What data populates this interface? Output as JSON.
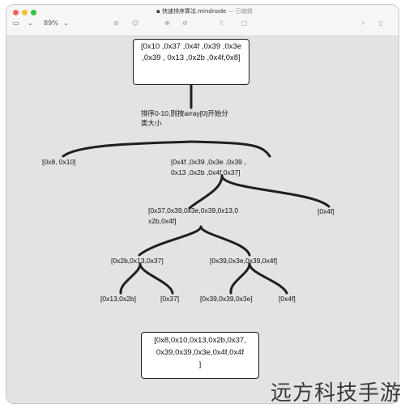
{
  "window": {
    "title": "快速排序算法.mindnode",
    "status": "— 已编辑",
    "zoom": "89%"
  },
  "toolbar": {
    "icons": [
      "sidebar-toggle-icon",
      "chevron-down-icon",
      "check-circle-icon",
      "emoji-icon",
      "add-node-icon",
      "delete-icon",
      "share-icon",
      "bookmark-icon",
      "inspector-icon"
    ]
  },
  "mindmap": {
    "root": "[0x10 ,0x37  ,0x4f  ,0x39 ,0x3e  ,0x39 , 0x13  ,0x2b ,0x4f,0x8]",
    "rule_line1": "排序0-10,则按array[0]开始分",
    "rule_line2": "类大小",
    "left_group": "[0x8,  0x10]",
    "mid_group_line1": "[0x4f  ,0x39  ,0x3e  ,0x39 ,",
    "mid_group_line2": "0x13  ,0x2b ,0x4f,0x37]",
    "level3_group_line1": "[0x37,0x39,0x3e,0x39,0x13,0",
    "level3_group_line2": "x2b,0x4f]",
    "level3_right": "[0x4f]",
    "left_sub": "[0x2b,0x13,0x37]",
    "right_sub": "[0x39,0x3e,0x39,0x4f]",
    "leaf_1": "[0x13,0x2b]",
    "leaf_2": "[0x37]",
    "leaf_3": "[0x39,0x39,0x3e]",
    "leaf_4": "[0x4f]",
    "result_line1": "[0x8,0x10,0x13,0x2b,0x37,",
    "result_line2": "0x39,0x39,0x3e,0x4f,0x4f",
    "result_line3": "]"
  },
  "watermark": "远方科技手游",
  "colors": {
    "close": "#ff5f57",
    "minimize": "#febc2e",
    "zoom": "#28c840",
    "line": "#1f1f1f"
  }
}
